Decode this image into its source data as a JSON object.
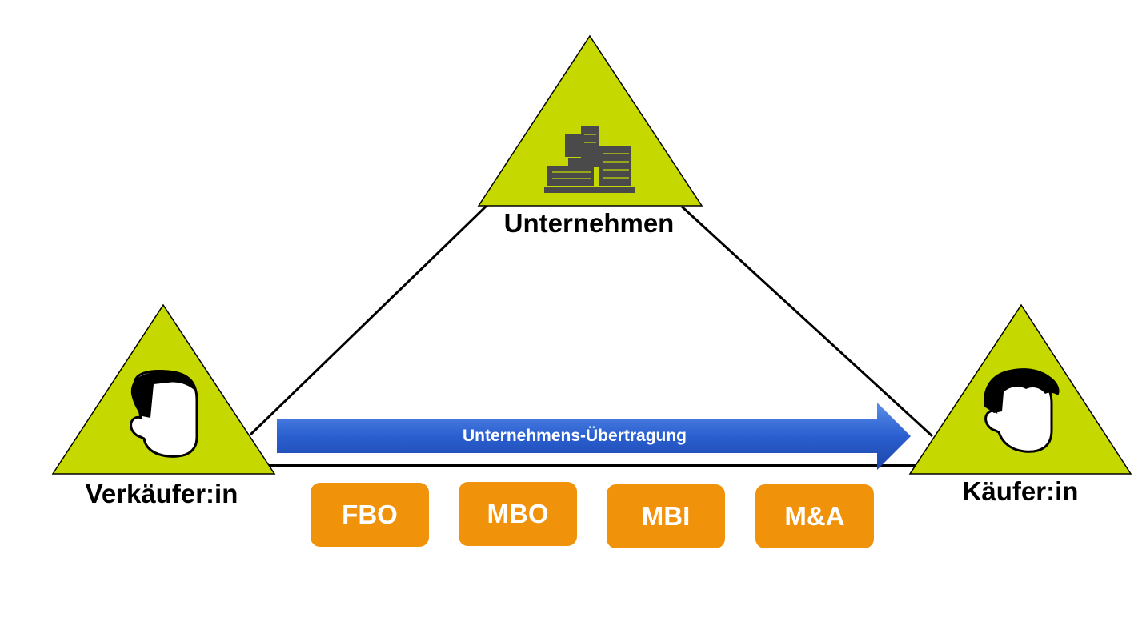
{
  "nodes": {
    "company": {
      "label": "Unternehmen",
      "icon": "building-icon"
    },
    "seller": {
      "label": "Verkäufer:in",
      "icon": "person-seller-icon"
    },
    "buyer": {
      "label": "Käufer:in",
      "icon": "person-buyer-icon"
    }
  },
  "transfer_arrow": {
    "label": "Unternehmens-Übertragung"
  },
  "methods": [
    "FBO",
    "MBO",
    "MBI",
    "M&A"
  ],
  "colors": {
    "triangle_fill": "#c5d900",
    "arrow_blue": "#2457c6",
    "method_box": "#f0920a",
    "icon_gray": "#4a4a4a"
  }
}
